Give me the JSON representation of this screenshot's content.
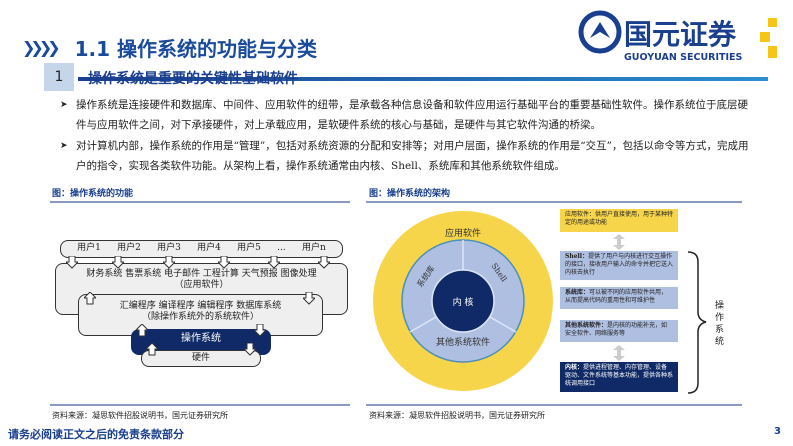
{
  "header": {
    "title": "1.1 操作系统的功能与分类",
    "logo_cn": "国元证券",
    "logo_en": "GUOYUAN SECURITIES"
  },
  "section": {
    "number": "1",
    "heading": "操作系统是重要的关键性基础软件"
  },
  "bullets": [
    "操作系统是连接硬件和数据库、中间件、应用软件的纽带，是承载各种信息设备和软件应用运行基础平台的重要基础性软件。操作系统位于底层硬件与应用软件之间，对下承接硬件，对上承载应用，是软硬件系统的核心与基础，是硬件与其它软件沟通的桥梁。",
    "对计算机内部，操作系统的作用是“管理”，包括对系统资源的分配和安排等；对用户层面，操作系统的作用是“交互”，包括以命令等方式，完成用户的指令，实现各类软件功能。从架构上看，操作系统通常由内核、Shell、系统库和其他系统软件组成。"
  ],
  "fig1": {
    "label": "图：操作系统的功能",
    "users": [
      "用户1",
      "用户2",
      "用户3",
      "用户4",
      "用户5",
      "...",
      "用户n"
    ],
    "apps": "财务系统 售票系统 电子邮件 工程计算 天气预报 图像处理",
    "apps_note": "（应用软件）",
    "sys": "汇编程序 编译程序 编辑程序 数据库系统",
    "sys_note": "（除操作系统外的系统软件）",
    "os": "操作系统",
    "hw": "硬件",
    "source": "资料来源：凝思软件招股说明书，国元证券研究所"
  },
  "fig2": {
    "label": "图：操作系统的架构",
    "ring_outer": "应用软件",
    "ring_lib": "系统库",
    "ring_shell": "Shell",
    "ring_other": "其他系统软件",
    "core": "内 核",
    "boxes": [
      {
        "title": "",
        "text": "应用软件：供用户直接使用，用于某种特定的用途或功能"
      },
      {
        "title": "Shell：",
        "text": "提供了用户与内核进行交互操作的接口，接收用户输入的命令并把它送入内核去执行"
      },
      {
        "title": "系统库：",
        "text": "可以被不同的应用软件共用，从而提高代码的重用性和可维护性"
      },
      {
        "title": "其他系统软件：",
        "text": "是内核的功能补充，如安全软件、网络服务等"
      },
      {
        "title": "内核：",
        "text": "提供进程管理、内存管理、设备驱动、文件系统等基本功能，提供各种系统调用接口"
      }
    ],
    "brace_label": "操作系统",
    "source": "资料来源：凝思软件招股说明书，国元证券研究所"
  },
  "footer": {
    "disclaimer": "请务必阅读正文之后的免责条款部分",
    "page": "3"
  }
}
